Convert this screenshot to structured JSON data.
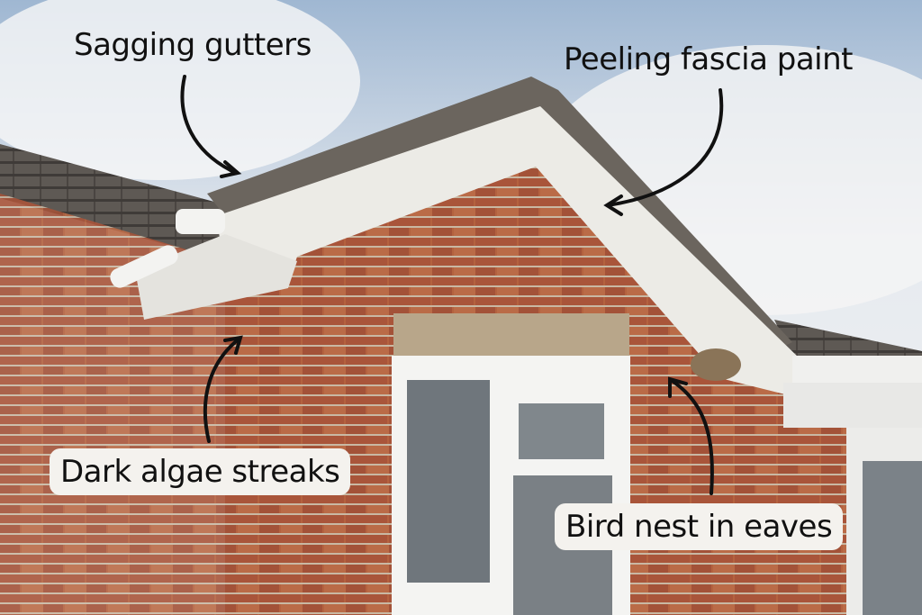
{
  "annotations": {
    "sagging_gutters": "Sagging gutters",
    "peeling_fascia": "Peeling fascia paint",
    "algae_streaks": "Dark algae streaks",
    "bird_nest": "Bird nest in eaves"
  },
  "colors": {
    "sky": "#c9d6e3",
    "brick": "#a8583a",
    "roof": "#5a5550",
    "fascia": "#ecebe6",
    "label_bg": "#f4f2ee"
  }
}
